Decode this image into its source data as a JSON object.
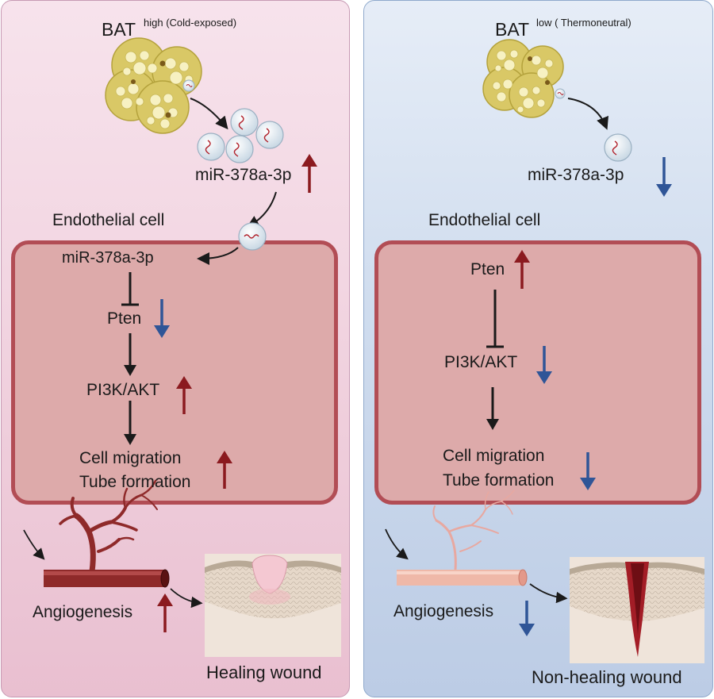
{
  "left": {
    "bat_label": "BAT",
    "bat_condition": "high (Cold-exposed)",
    "mirna_label": "miR-378a-3p",
    "cell_title": "Endothelial cell",
    "cell_mirna": "miR-378a-3p",
    "pten": "Pten",
    "pi3k": "PI3K/AKT",
    "migration": "Cell migration",
    "tube": "Tube formation",
    "angiogenesis": "Angiogenesis",
    "wound": "Healing wound"
  },
  "right": {
    "bat_label": "BAT",
    "bat_condition": "low ( Thermoneutral)",
    "mirna_label": "miR-378a-3p",
    "cell_title": "Endothelial cell",
    "pten": "Pten",
    "pi3k": "PI3K/AKT",
    "migration": "Cell migration",
    "tube": "Tube formation",
    "angiogenesis": "Angiogenesis",
    "wound": "Non-healing wound"
  },
  "colors": {
    "up_arrow": "#8b1a1f",
    "down_arrow": "#2f5597",
    "cell_border": "#b24d55",
    "vessel_healthy": "#8f2a2a",
    "vessel_weak": "#e8a8a0"
  }
}
